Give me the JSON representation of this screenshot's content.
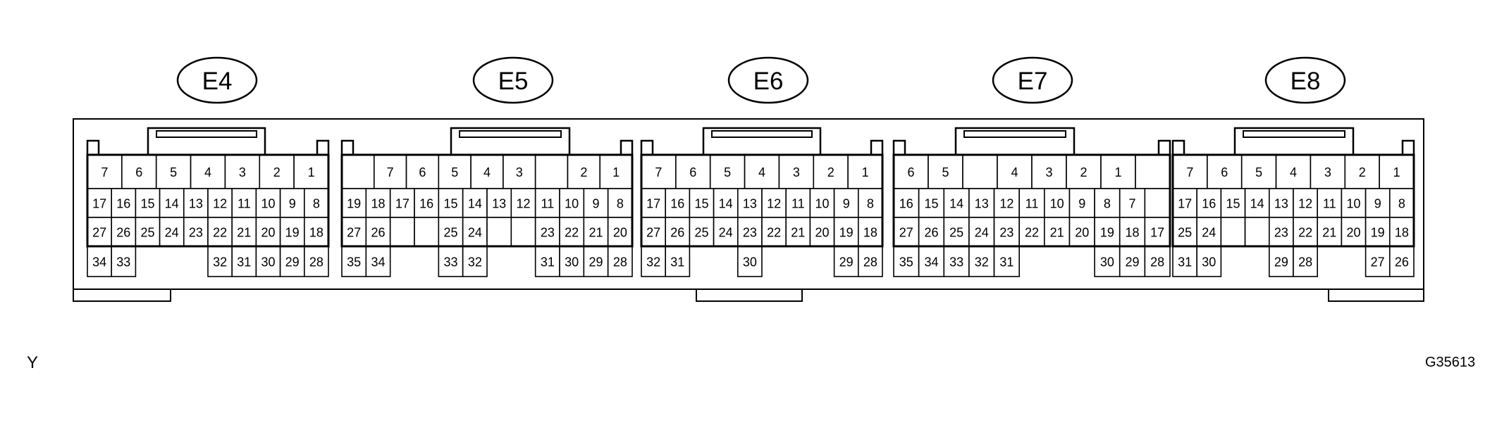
{
  "orientation_mark": "Y",
  "diagram_code": "G35613",
  "connectors": [
    {
      "id": "E4",
      "rows": [
        [
          "7",
          "6",
          "5",
          "4",
          "3",
          "2",
          "1"
        ],
        [
          "17",
          "16",
          "15",
          "14",
          "13",
          "12",
          "11",
          "10",
          "9",
          "8"
        ],
        [
          "27",
          "26",
          "25",
          "24",
          "23",
          "22",
          "21",
          "20",
          "19",
          "18"
        ],
        [
          "34",
          "33",
          "",
          "",
          "",
          "32",
          "31",
          "30",
          "29",
          "28"
        ]
      ]
    },
    {
      "id": "E5",
      "rows": [
        [
          "",
          "7",
          "6",
          "5",
          "4",
          "3",
          "",
          "2",
          "1"
        ],
        [
          "19",
          "18",
          "17",
          "16",
          "15",
          "14",
          "13",
          "12",
          "11",
          "10",
          "9",
          "8"
        ],
        [
          "27",
          "26",
          "",
          "",
          "25",
          "24",
          "",
          "",
          "23",
          "22",
          "21",
          "20"
        ],
        [
          "35",
          "34",
          "",
          "",
          "33",
          "32",
          "",
          "",
          "31",
          "30",
          "29",
          "28"
        ]
      ]
    },
    {
      "id": "E6",
      "rows": [
        [
          "7",
          "6",
          "5",
          "4",
          "3",
          "2",
          "1"
        ],
        [
          "17",
          "16",
          "15",
          "14",
          "13",
          "12",
          "11",
          "10",
          "9",
          "8"
        ],
        [
          "27",
          "26",
          "25",
          "24",
          "23",
          "22",
          "21",
          "20",
          "19",
          "18"
        ],
        [
          "32",
          "31",
          "",
          "",
          "30",
          "",
          "",
          "",
          "29",
          "28"
        ]
      ]
    },
    {
      "id": "E7",
      "rows": [
        [
          "6",
          "5",
          "",
          "4",
          "3",
          "2",
          "1",
          ""
        ],
        [
          "16",
          "15",
          "14",
          "13",
          "12",
          "11",
          "10",
          "9",
          "8",
          "7",
          ""
        ],
        [
          "27",
          "26",
          "25",
          "24",
          "23",
          "22",
          "21",
          "20",
          "19",
          "18",
          "17"
        ],
        [
          "35",
          "34",
          "33",
          "32",
          "31",
          "",
          "",
          "",
          "30",
          "29",
          "28"
        ]
      ]
    },
    {
      "id": "E8",
      "rows": [
        [
          "7",
          "6",
          "5",
          "4",
          "3",
          "2",
          "1"
        ],
        [
          "17",
          "16",
          "15",
          "14",
          "13",
          "12",
          "11",
          "10",
          "9",
          "8"
        ],
        [
          "25",
          "24",
          "",
          "",
          "23",
          "22",
          "21",
          "20",
          "19",
          "18"
        ],
        [
          "31",
          "30",
          "",
          "",
          "29",
          "28",
          "",
          "",
          "27",
          "26"
        ]
      ]
    }
  ]
}
